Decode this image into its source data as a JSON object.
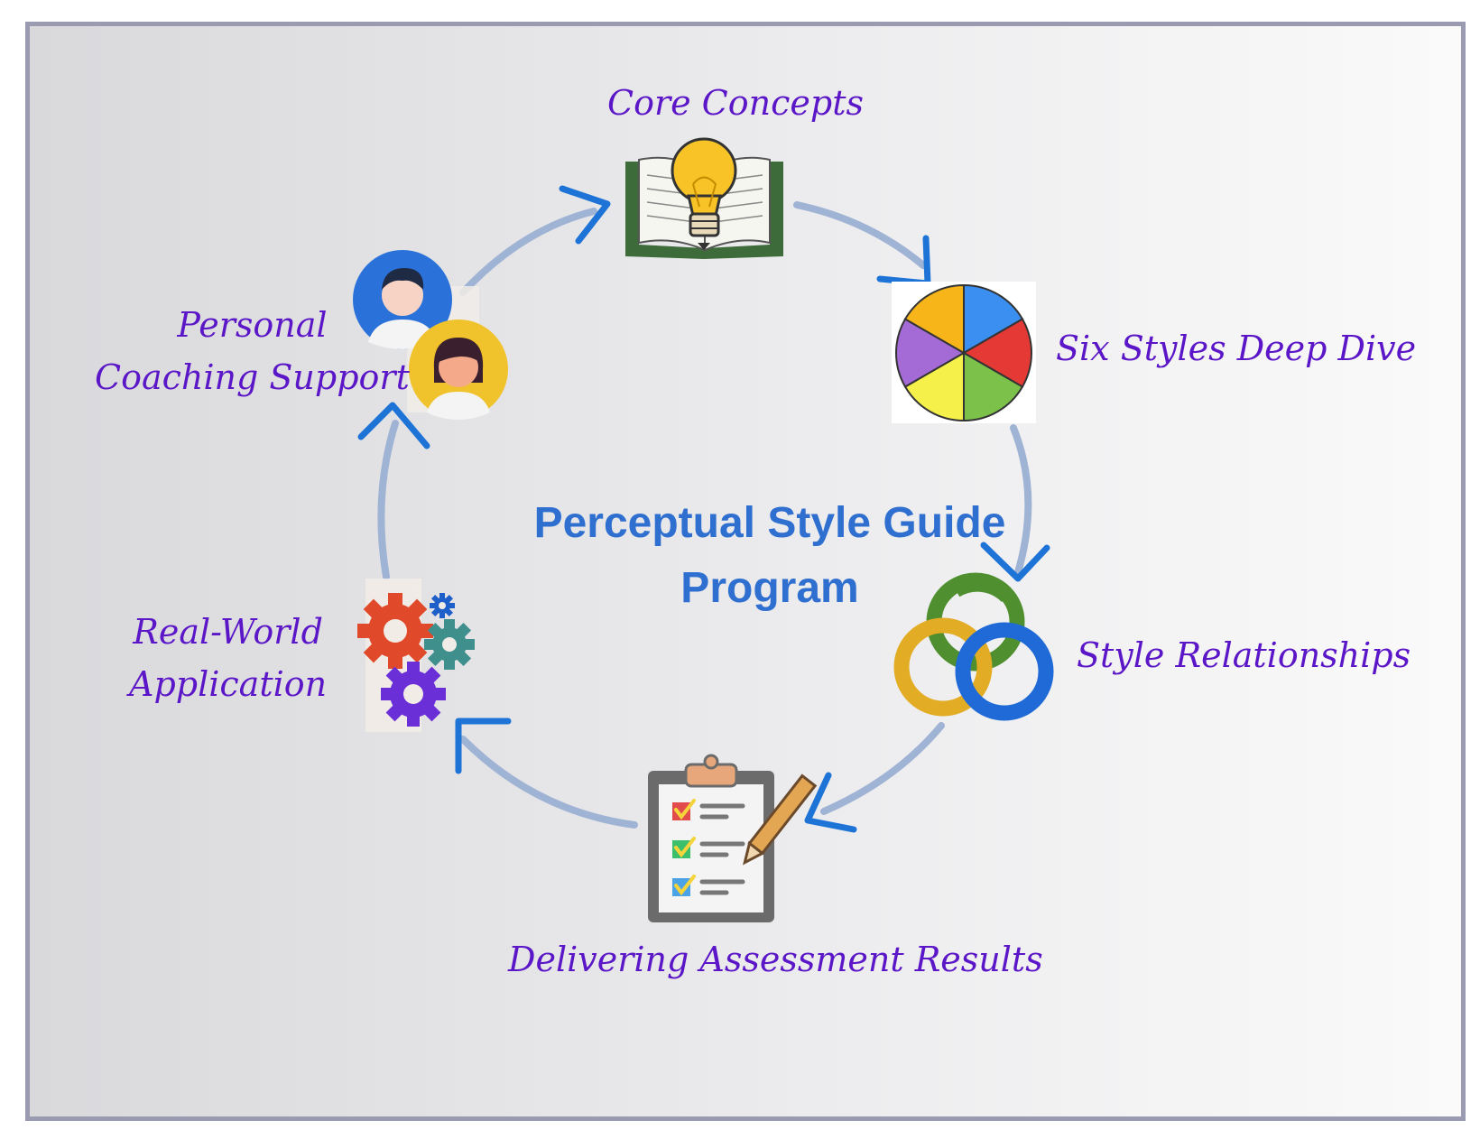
{
  "title_lines": [
    "Perceptual Style Guide",
    "Program"
  ],
  "stages": [
    {
      "label_lines": [
        "Core Concepts"
      ],
      "icon": "book-lightbulb-icon"
    },
    {
      "label_lines": [
        "Six Styles Deep Dive"
      ],
      "icon": "color-wheel-icon"
    },
    {
      "label_lines": [
        "Style Relationships"
      ],
      "icon": "linked-rings-icon"
    },
    {
      "label_lines": [
        "Delivering Assessment Results"
      ],
      "icon": "clipboard-checklist-icon"
    },
    {
      "label_lines": [
        "Real-World",
        "Application"
      ],
      "icon": "gears-icon"
    },
    {
      "label_lines": [
        "Personal",
        "Coaching Support"
      ],
      "icon": "coaching-people-icon"
    }
  ],
  "colors": {
    "label": "#5b17c7",
    "title": "#2f6fd0",
    "arc": "#9fb3d4",
    "arrowhead": "#1e73d6"
  }
}
